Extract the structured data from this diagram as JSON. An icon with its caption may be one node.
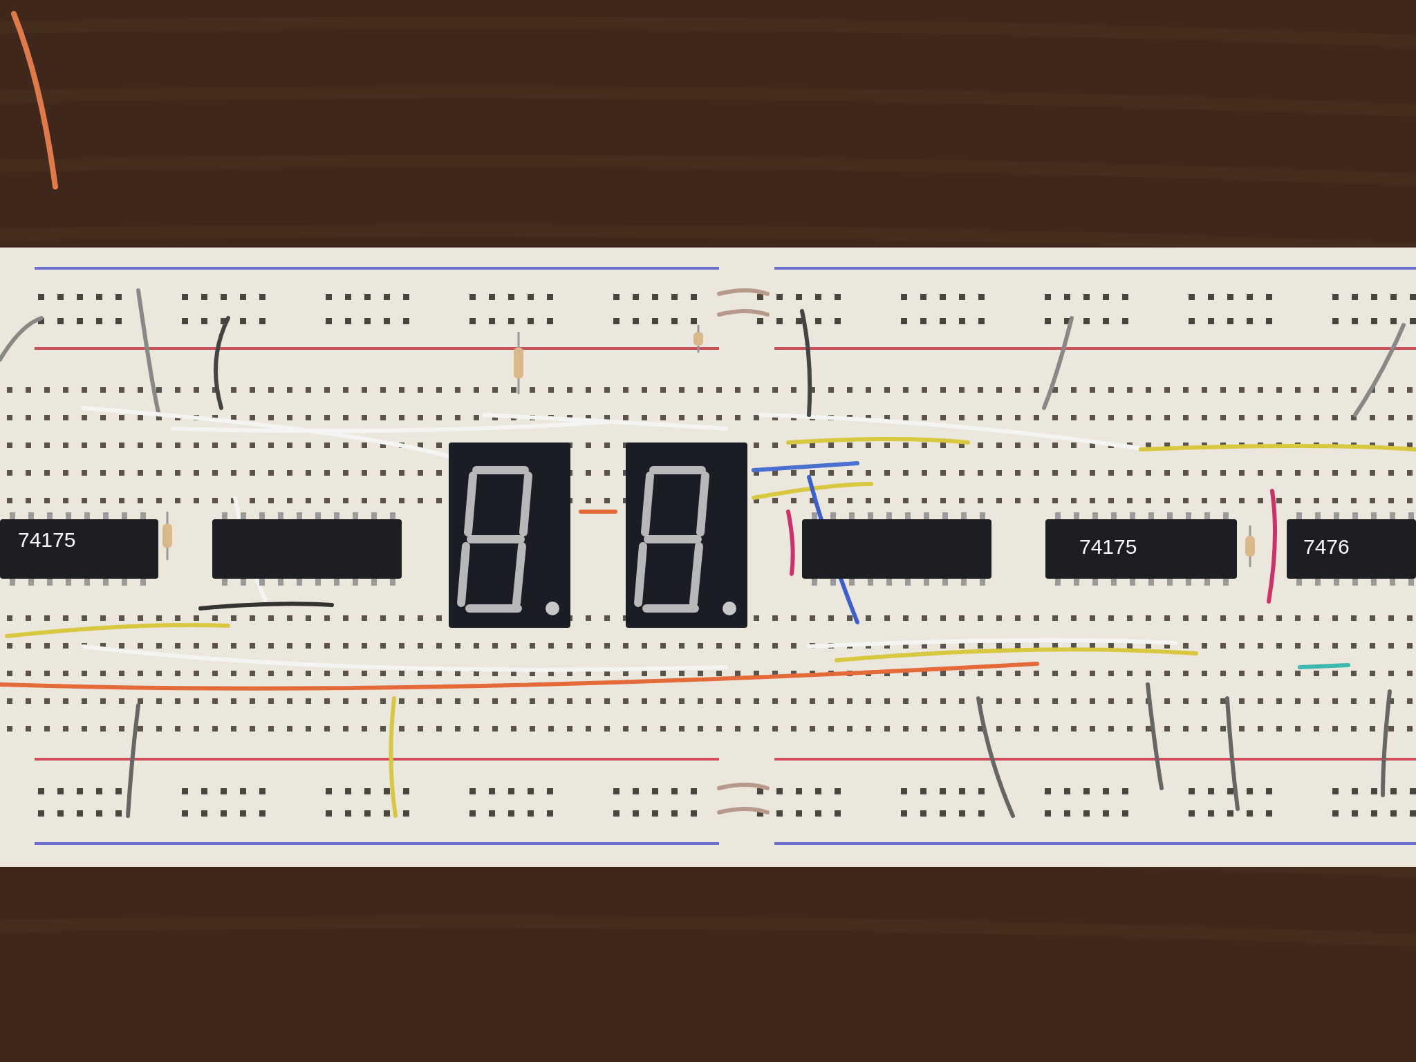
{
  "diagram": {
    "labels": [
      "74175",
      "74175",
      "7476"
    ]
  }
}
